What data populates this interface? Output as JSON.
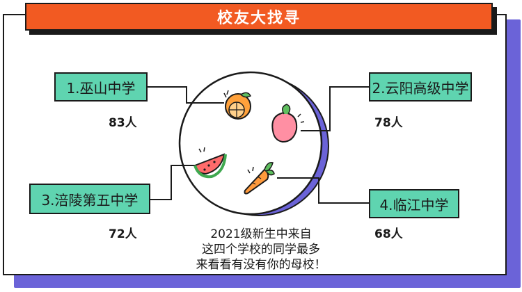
{
  "title": "校友大找寻",
  "schools": [
    {
      "label": "1.巫山中学",
      "count": "83人"
    },
    {
      "label": "2.云阳高级中学",
      "count": "78人"
    },
    {
      "label": "3.涪陵第五中学",
      "count": "72人"
    },
    {
      "label": "4.临江中学",
      "count": "68人"
    }
  ],
  "caption": [
    "2021级新生中来自",
    "这四个学校的同学最多",
    "来看看有没有你的母校！"
  ],
  "icons": [
    "orange-icon",
    "peach-icon",
    "watermelon-icon",
    "carrot-icon"
  ],
  "colors": {
    "title_bg": "#f25a22",
    "school_bg": "#5fd4b0",
    "shadow": "#6b63d8",
    "outline": "#1a1a1a"
  }
}
